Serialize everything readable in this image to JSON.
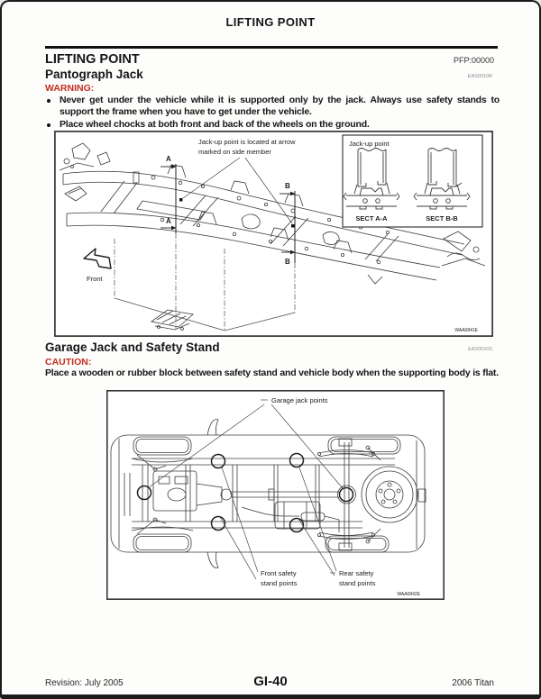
{
  "page": {
    "header_title": "LIFTING POINT",
    "colors": {
      "warning_red": "#c22e21",
      "ink": "#161616"
    },
    "footer": {
      "revision": "Revision: July 2005",
      "page_number": "GI-40",
      "model": "2006 Titan"
    }
  },
  "lifting_point": {
    "title": "LIFTING POINT",
    "pfp_code": "PFP:00000"
  },
  "pantograph": {
    "heading": "Pantograph Jack",
    "ref_code": "EAS0010R",
    "warning_label": "WARNING:",
    "bullets": [
      "Never get under the vehicle while it is supported only by the jack. Always use safety stands to support the frame when you have to get under the vehicle.",
      "Place wheel chocks at both front and back of the wheels on the ground."
    ],
    "diagram": {
      "callout_line1": "Jack-up point is located at arrow",
      "callout_line2": "marked on side member",
      "inset_title": "Jack-up point",
      "sect_a_label": "SECT A-A",
      "sect_b_label": "SECT B-B",
      "letter_a": "A",
      "letter_b": "B",
      "front_label": "Front",
      "watermark": "WAA0841E"
    }
  },
  "garage": {
    "heading": "Garage Jack and Safety Stand",
    "ref_code": "EAS0010S",
    "caution_label": "CAUTION:",
    "text": "Place a wooden or rubber block between safety stand and vehicle body when the supporting body is flat.",
    "diagram": {
      "garage_label": "Garage jack points",
      "front_stand_line1": "Front safety",
      "front_stand_line2": "stand points",
      "rear_stand_line1": "Rear safety",
      "rear_stand_line2": "stand points",
      "watermark": "WAA0842E"
    }
  }
}
